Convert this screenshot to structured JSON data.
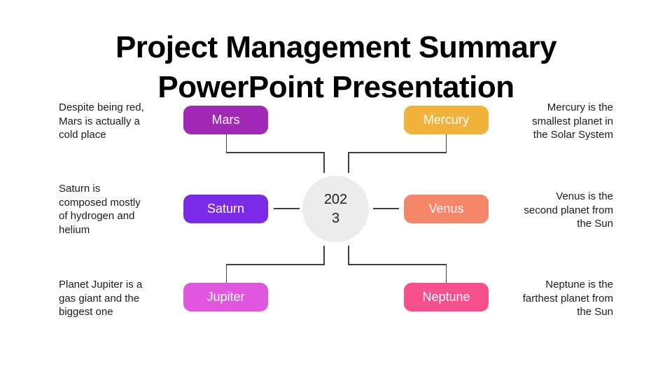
{
  "slide": {
    "title": {
      "text": "Project Management Summary PowerPoint Presentation",
      "line1": "Project Management Summary",
      "line2": "PowerPoint Presentation"
    },
    "center_circle": {
      "year": "2023",
      "background": "#ECECEC"
    },
    "connector_color": "#404040",
    "nodes": {
      "mars": {
        "label": "Mars",
        "color": "#A128B5",
        "caption": "Despite being red, Mars is actually a cold place",
        "caption_lines": [
          "Despite being red,",
          "Mars is actually a",
          "cold place"
        ]
      },
      "mercury": {
        "label": "Mercury",
        "color": "#F2B33D",
        "caption": "Mercury is the smallest planet in the Solar System",
        "caption_lines": [
          "Mercury is the",
          "smallest planet in",
          "the Solar System"
        ]
      },
      "saturn": {
        "label": "Saturn",
        "color": "#7B2BE8",
        "caption": "Saturn is composed mostly of hydrogen and helium",
        "caption_lines": [
          "Saturn is",
          "composed mostly",
          "of hydrogen and",
          "helium"
        ]
      },
      "venus": {
        "label": "Venus",
        "color": "#F58768",
        "caption": "Venus is the second planet from the Sun",
        "caption_lines": [
          "Venus is the",
          "second planet from",
          "the Sun"
        ]
      },
      "jupiter": {
        "label": "Jupiter",
        "color": "#E156DE",
        "caption": "Planet Jupiter is a gas giant and the biggest one",
        "caption_lines": [
          "Planet Jupiter is a",
          "gas giant and the",
          "biggest one"
        ]
      },
      "neptune": {
        "label": "Neptune",
        "color": "#F6508D",
        "caption": "Neptune is the farthest planet from the Sun",
        "caption_lines": [
          "Neptune is the",
          "farthest planet from",
          "the Sun"
        ]
      }
    }
  }
}
